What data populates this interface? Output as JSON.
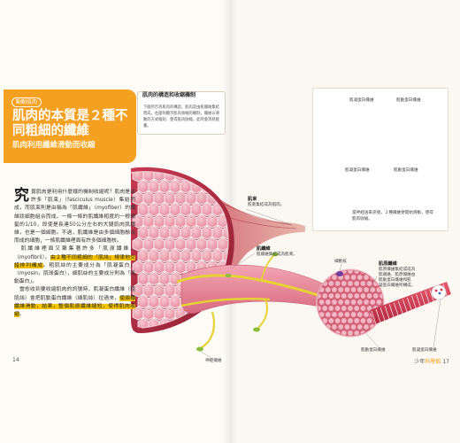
{
  "chapter_tag": "動動肌肉",
  "title": "肌肉的本質是２種不同粗細的纖維",
  "subtitle": "肌肉利用纖維滑動而收縮",
  "body": {
    "dropcap": "究",
    "p1": "竟肌肉是利用什麼樣的機制收縮呢？肌肉是由許多「肌束」（fasciculus muscle）集結而成，而肌束則是由稱為「肌纖維」（myofiber）的纖維狀細胞組合而成。一條一條的肌纖維粗度約一根頭髮的1/10，即使是長達50公分左右的大腿肌肉肌纖維，也是一個細胞。不過，肌纖維是由多個細胞融合而成的細胞，一條肌纖維裡面有許多個細胞核。",
    "p2a": "肌纖維裡面又聚集著許多「肌原纖維」（myofibril）。",
    "p2b": "由２種不同粗細的「肌絲」規律地交錯排列構成",
    "p2c": "。粗肌絲的主要成分為「肌凝蛋白」（myosin，肌球蛋白），細肌絲的主要成分則為「肌動蛋白」。",
    "p3a": "當愈收到要收縮肌肉的訊號時，肌凝蛋白纖維（粗肌絲）會把肌動蛋白纖維（細肌絲）拉過來，",
    "p3b": "使兩種纖維滑動，結果，整個肌原纖維縮短，使得肌肉收縮",
    "p3c": "。"
  },
  "info_box": {
    "title": "肌肉的構造和收縮機制",
    "text": "下圖所示為肌肉的構造，肌肉是由肌纖維集結而成，右圖則顯示肌肉收縮的機制，纖維以滑動的方式縮短，使得肌肉收縮，此時會消耗能量。"
  },
  "diagram": {
    "myosin_label": "肌凝蛋白纖維",
    "actin_label": "肌動蛋白纖維",
    "note": "當神經送來訊號，２種纖維便開始滑動，使得肌肉收縮。"
  },
  "labels": {
    "muscle": "肌束",
    "muscle_note": "肌束集結成為肌肉。",
    "myofiber": "肌纖維",
    "myofiber_note": "肌纖維集結成為肌束。",
    "nucleus": "細胞核",
    "nerve": "神經纖維",
    "myofibril": "肌原纖維",
    "myofibril_note1": "肌原纖維集結成成為",
    "myofibril_note2": "肌纖維，肌原纖維由",
    "myofibril_note3": "肌動蛋白纖維和肌",
    "myofibril_note4": "凝蛋白纖維所構成。",
    "actin": "肌動蛋白纖維",
    "myosin": "肌凝蛋白纖維"
  },
  "folio": {
    "left_page": "14",
    "right_page": "17",
    "right_series": "少年",
    "right_series_accent": "科學館"
  },
  "colors": {
    "accent": "#f4a020",
    "highlight": "#f6c400",
    "muscle_red": "#c8384f",
    "fiber_blue": "#3d6fb0",
    "fiber_pink": "#d9687e"
  }
}
